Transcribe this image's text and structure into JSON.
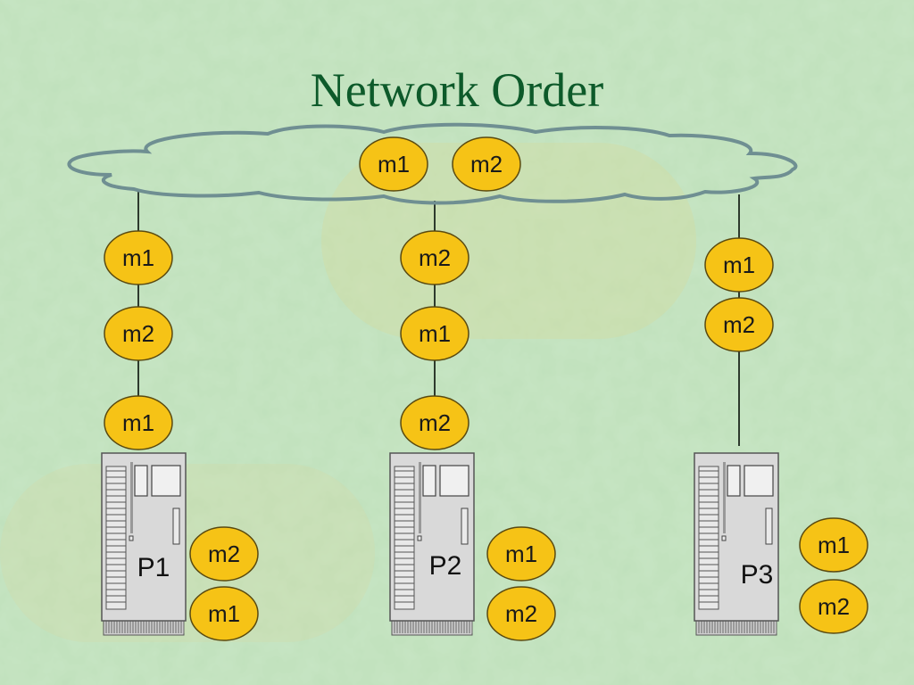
{
  "title": "Network Order",
  "colors": {
    "background": "#b8dbb0",
    "title": "#0d5a2a",
    "message_fill": "#f6c316",
    "message_stroke": "#5a4a10",
    "cloud_stroke": "#6f8f92",
    "line": "#2d3a2d"
  },
  "network": {
    "label": "network-cloud",
    "messages": [
      "m1",
      "m2"
    ]
  },
  "processes": [
    {
      "name": "P1",
      "incoming": [
        "m1",
        "m2",
        "m1"
      ],
      "delivered": [
        "m2",
        "m1"
      ]
    },
    {
      "name": "P2",
      "incoming": [
        "m2",
        "m1",
        "m2"
      ],
      "delivered": [
        "m1",
        "m2"
      ]
    },
    {
      "name": "P3",
      "incoming": [
        "m1",
        "m2"
      ],
      "delivered": [
        "m1",
        "m2"
      ]
    }
  ]
}
